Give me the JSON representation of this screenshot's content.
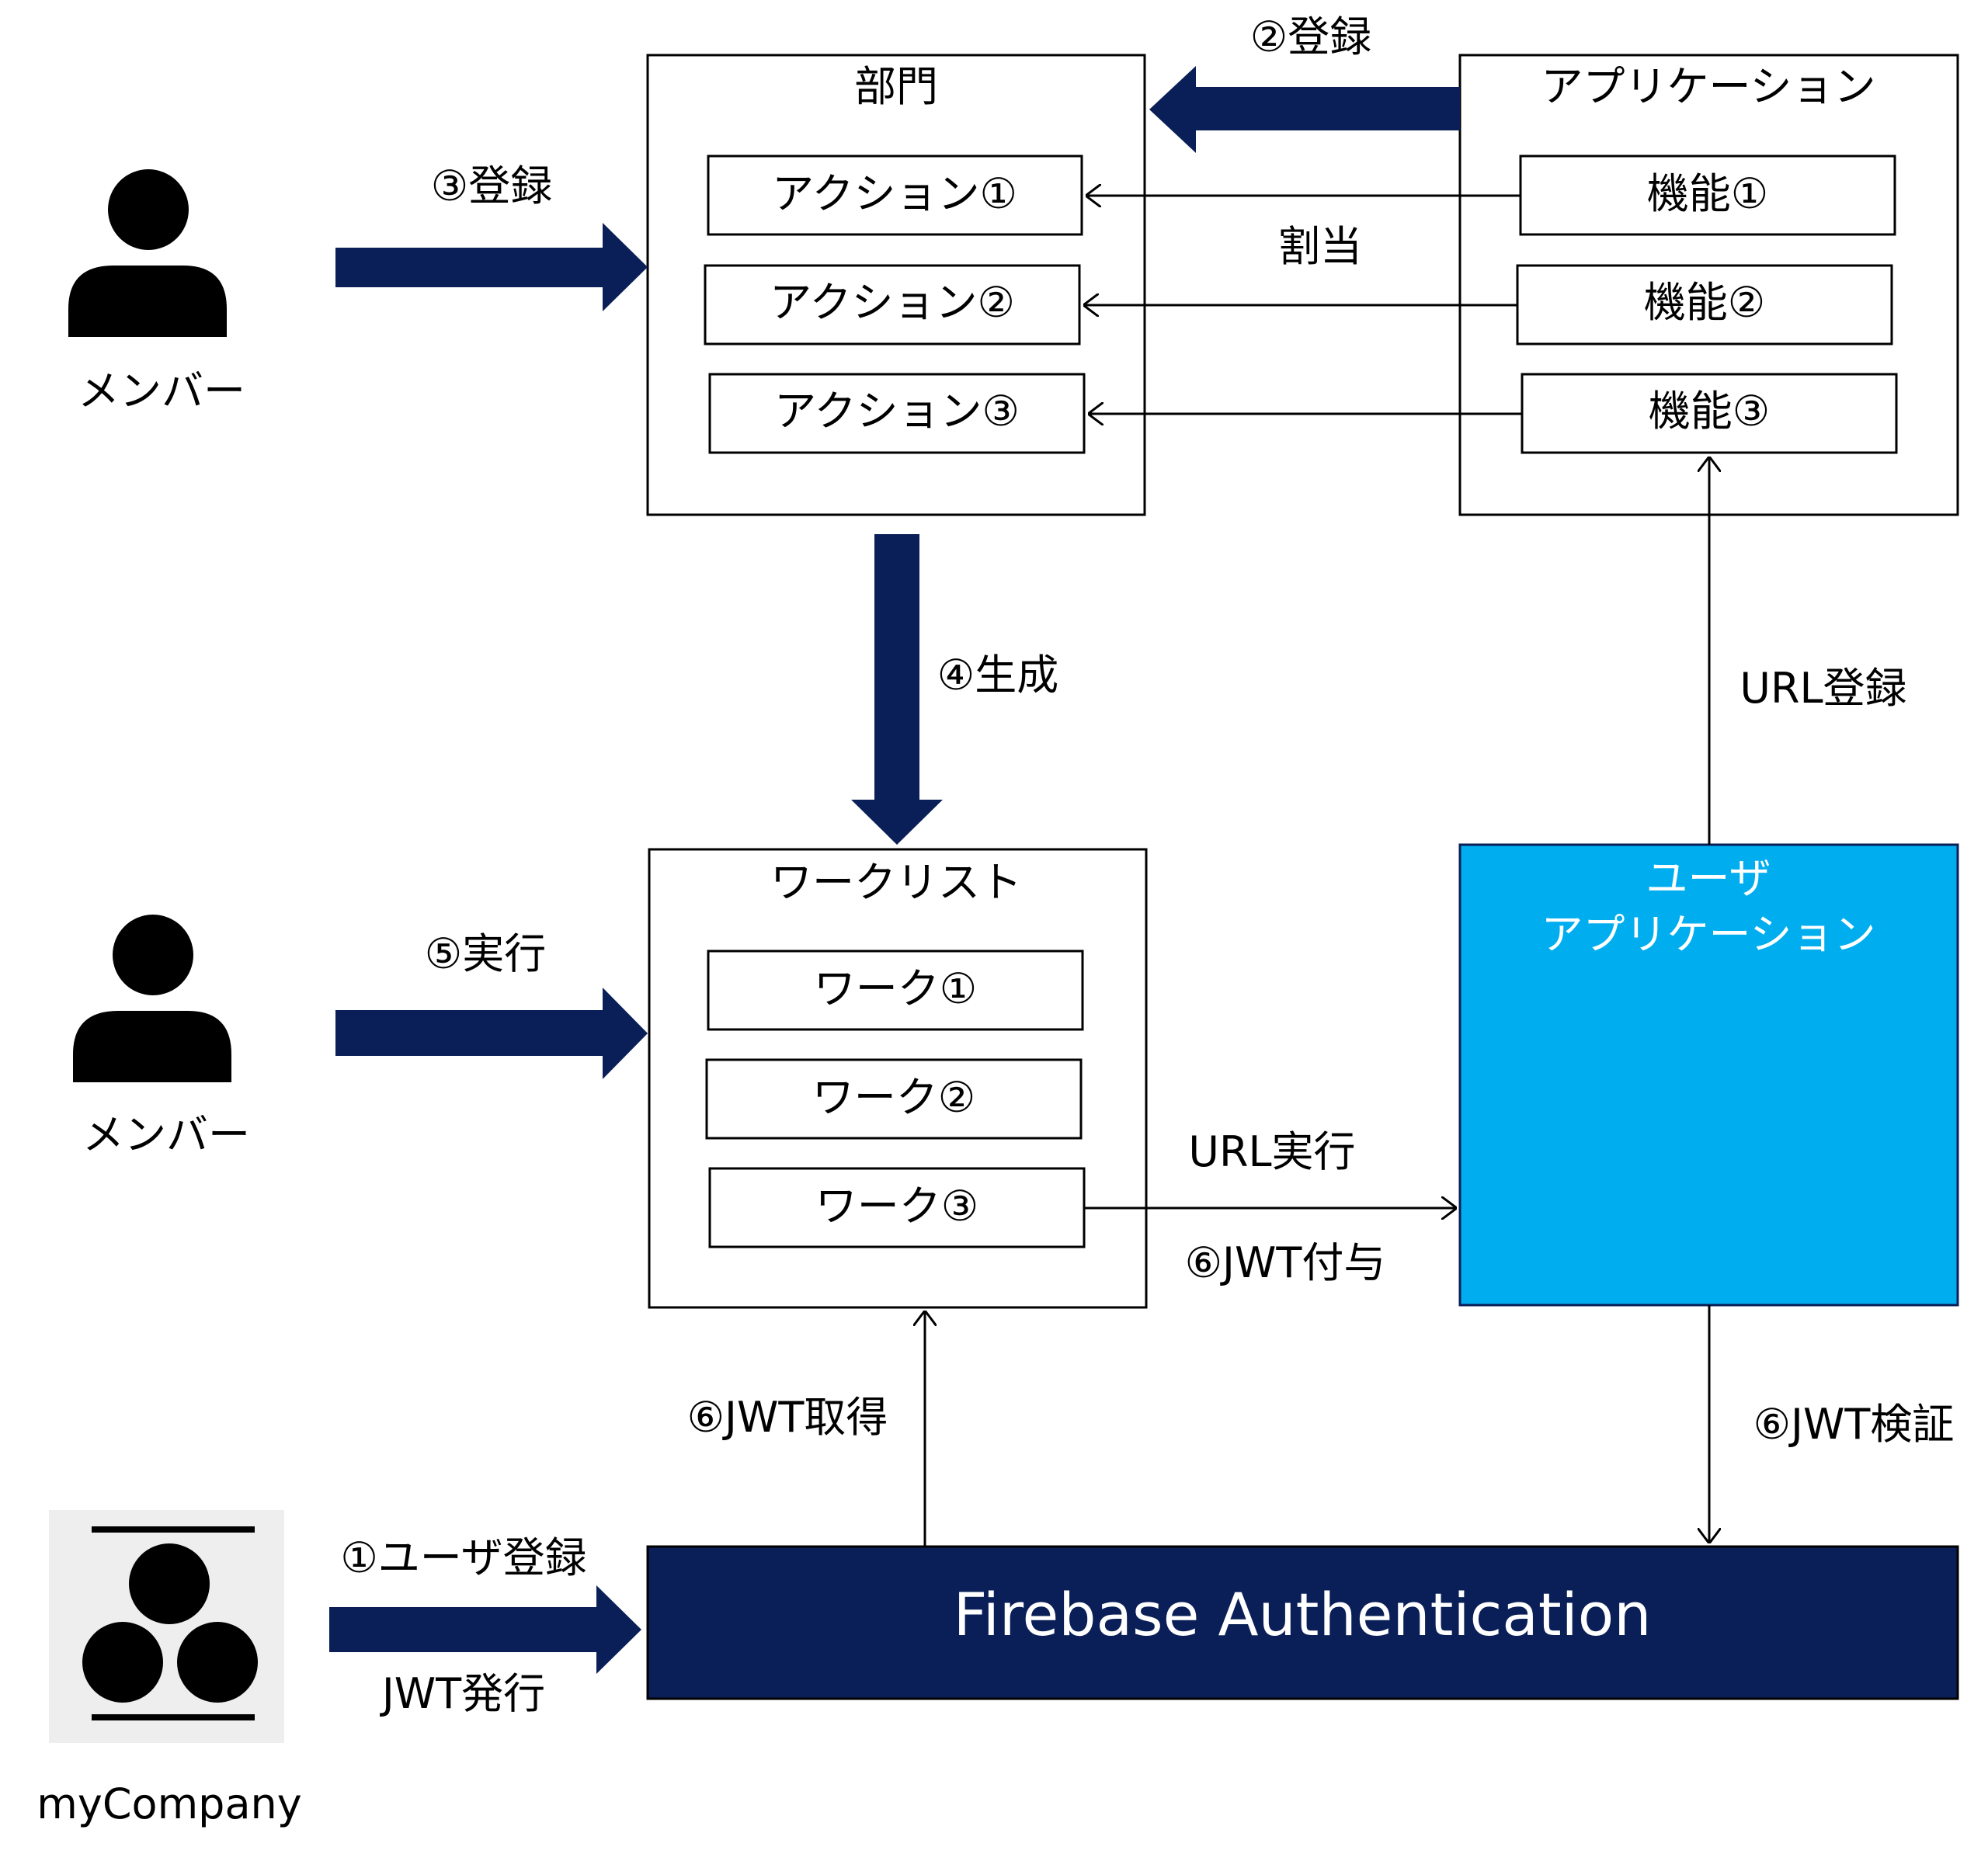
{
  "colors": {
    "arrow_fill": "#0a1f57",
    "auth_fill": "#0a1f57",
    "user_app_fill": "#00aeef",
    "icon_fill": "#000000",
    "logo_bg": "#eeeeee",
    "white_text": "#ffffff",
    "line": "#000000"
  },
  "department": {
    "title": "部門",
    "actions": [
      "アクション①",
      "アクション②",
      "アクション③"
    ]
  },
  "application": {
    "title": "アプリケーション",
    "functions": [
      "機能①",
      "機能②",
      "機能③"
    ]
  },
  "worklist": {
    "title": "ワークリスト",
    "works": [
      "ワーク①",
      "ワーク②",
      "ワーク③"
    ]
  },
  "user_app": {
    "title_line1": "ユーザ",
    "title_line2": "アプリケーション"
  },
  "auth": {
    "title": "Firebase Authentication"
  },
  "actors": {
    "member_top": "メンバー",
    "member_bottom": "メンバー",
    "company": "myCompany"
  },
  "labels": {
    "register_app": "②登録",
    "register_member": "③登録",
    "assign": "割当",
    "generate": "④生成",
    "url_register": "URL登録",
    "execute": "⑤実行",
    "url_execute": "URL実行",
    "jwt_attach": "⑥JWT付与",
    "jwt_get": "⑥JWT取得",
    "jwt_verify": "⑥JWT検証",
    "user_register": "①ユーザ登録",
    "jwt_issue": "JWT発行"
  }
}
